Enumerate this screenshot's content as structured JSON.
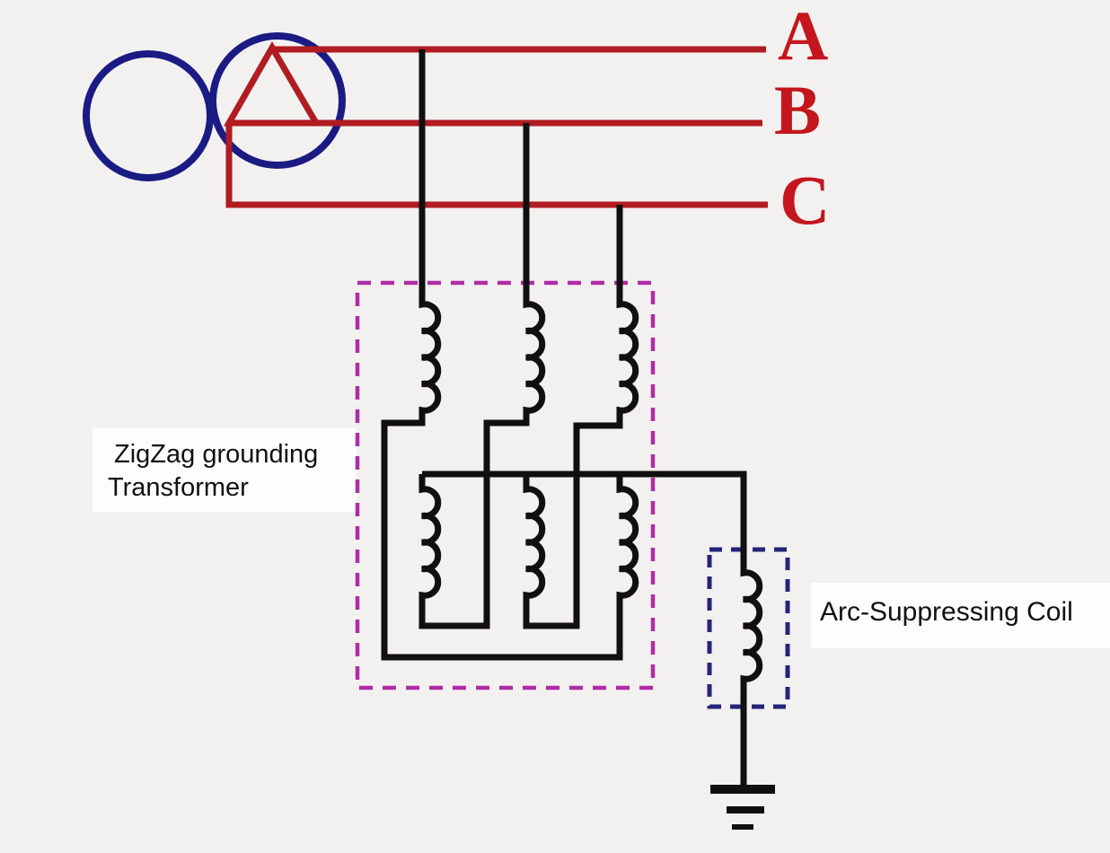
{
  "labels": {
    "zigzag_transformer_line1": "ZigZag grounding",
    "zigzag_transformer_line2": "Transformer",
    "arc_suppressing_coil": "Arc-Suppressing Coil"
  },
  "phases": {
    "a": "A",
    "b": "B",
    "c": "C"
  },
  "icons": {
    "source_transformer": "two-overlapping-circles-transformer-symbol",
    "delta_winding": "delta-triangle-winding-icon",
    "zigzag_windings": "three-phase-zigzag-coil-symbols",
    "arc_coil": "inductor-coil-symbol",
    "ground": "earth-ground-icon",
    "zigzag_boundary": "magenta-dashed-boundary-box",
    "arc_coil_boundary": "navy-dashed-boundary-box"
  },
  "colors": {
    "phase_line_red": "#b01c21",
    "phase_label_red": "#c4161c",
    "winding_black": "#101010",
    "source_circle_blue": "#1b1b84",
    "zigzag_box_magenta": "#b02ca6",
    "arc_box_navy": "#24247a",
    "background": "#f2f1f0",
    "label_text": "#111111"
  }
}
